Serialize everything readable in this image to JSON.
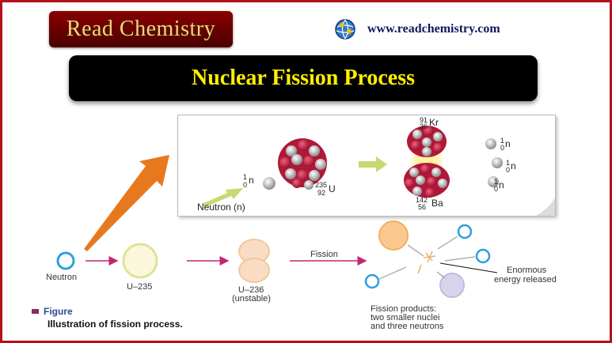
{
  "header": {
    "logo_text": "Read Chemistry",
    "site_url": "www.readchemistry.com",
    "globe_icon": "globe-icon"
  },
  "title": "Nuclear Fission Process",
  "top_panel": {
    "neutron_label": "Neutron (n)",
    "neutron_symbol": "n",
    "neutron_mass": "1",
    "neutron_atomic": "0",
    "u235_symbol": "U",
    "u235_mass": "235",
    "u235_atomic": "92",
    "kr_symbol": "Kr",
    "kr_mass": "91",
    "kr_atomic": "36",
    "ba_symbol": "Ba",
    "ba_mass": "142",
    "ba_atomic": "56",
    "product_neutrons": [
      {
        "mass": "1",
        "atomic": "0",
        "symbol": "n"
      },
      {
        "mass": "1",
        "atomic": "0",
        "symbol": "n"
      },
      {
        "mass": "1",
        "atomic": "0",
        "symbol": "n"
      }
    ]
  },
  "bottom_diagram": {
    "neutron_label": "Neutron",
    "u235_label": "U–235",
    "u236_label": "U–236",
    "u236_note": "(unstable)",
    "fission_label": "Fission",
    "energy_label_line1": "Enormous",
    "energy_label_line2": "energy released",
    "products_line1": "Fission products:",
    "products_line2": "two smaller nuclei",
    "products_line3": "and three neutrons"
  },
  "figure": {
    "heading": "Figure",
    "caption": "Illustration of fission process."
  },
  "colors": {
    "frame": "#b3121c",
    "title_text": "#ffef00",
    "arrow_orange": "#e8781e",
    "arrow_magenta": "#c4266e",
    "neutron_blue": "#2ea0dc"
  }
}
